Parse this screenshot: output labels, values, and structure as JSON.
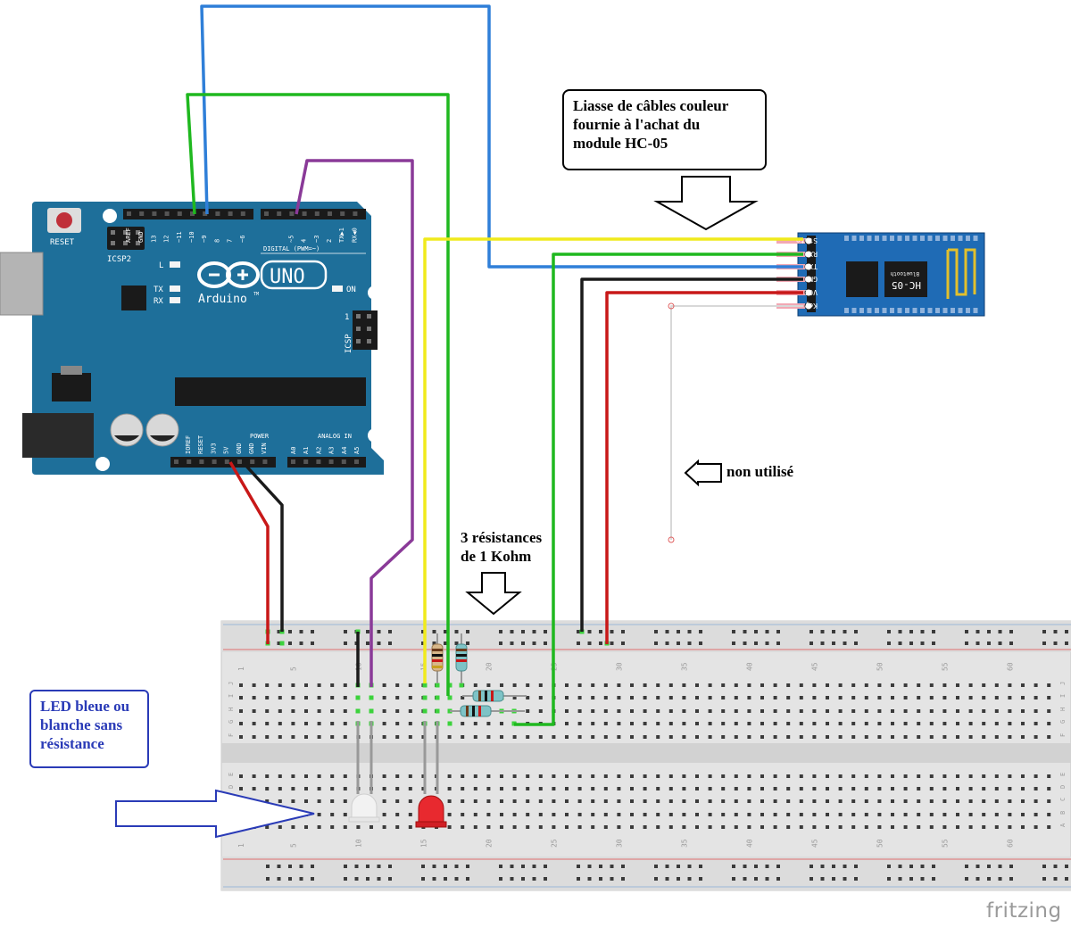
{
  "notes": {
    "harness": [
      "Liasse de câbles couleur",
      "fournie à l'achat du",
      "module HC-05"
    ],
    "led": [
      "LED bleue ou",
      "blanche sans",
      "résistance"
    ],
    "resistors": [
      "3 résistances",
      "de 1 Kohm"
    ],
    "unused": "non utilisé"
  },
  "arduino": {
    "reset": "RESET",
    "icsp2": "ICSP2",
    "icsp": "ICSP",
    "icsp_pin1": "1",
    "brand": "Arduino",
    "model": "UNO",
    "tm": "TM",
    "led_l": "L",
    "led_tx": "TX",
    "led_rx": "RX",
    "led_on": "ON",
    "digital_label": "DIGITAL (PWM=~)",
    "digital_pins": [
      "AREF",
      "GND",
      "13",
      "12",
      "~11",
      "~10",
      "~9",
      "8",
      "7",
      "~6",
      "~5",
      "4",
      "~3",
      "2",
      "TX▶1",
      "RX◀0"
    ],
    "power_label": "POWER",
    "power_pins": [
      "IOREF",
      "RESET",
      "3V3",
      "5V",
      "GND",
      "GND",
      "VIN"
    ],
    "analog_label": "ANALOG IN",
    "analog_pins": [
      "A0",
      "A1",
      "A2",
      "A3",
      "A4",
      "A5"
    ]
  },
  "hc05": {
    "pins": [
      "State",
      "RXD",
      "TXD",
      "GND",
      "VCC",
      "Key"
    ],
    "chip_name": "HC-05",
    "chip_sub": "Bluetooth"
  },
  "breadboard": {
    "column_numbers": [
      "1",
      "5",
      "10",
      "15",
      "20",
      "25",
      "30",
      "35",
      "40",
      "45",
      "50",
      "55",
      "60"
    ],
    "rows_top": [
      "J",
      "I",
      "H",
      "G",
      "F"
    ],
    "rows_bottom": [
      "E",
      "D",
      "C",
      "B",
      "A"
    ]
  },
  "wire_colors": {
    "blue": "#2f7fd8",
    "green": "#1fb81f",
    "yellow": "#f0ea1c",
    "purple": "#8a3a98",
    "black": "#1a1a1a",
    "red": "#c81818",
    "white": "#d8d8d8"
  },
  "board_color": "#1e6f9a",
  "hc05_color": "#1f6bb5",
  "watermark": "fritzing"
}
